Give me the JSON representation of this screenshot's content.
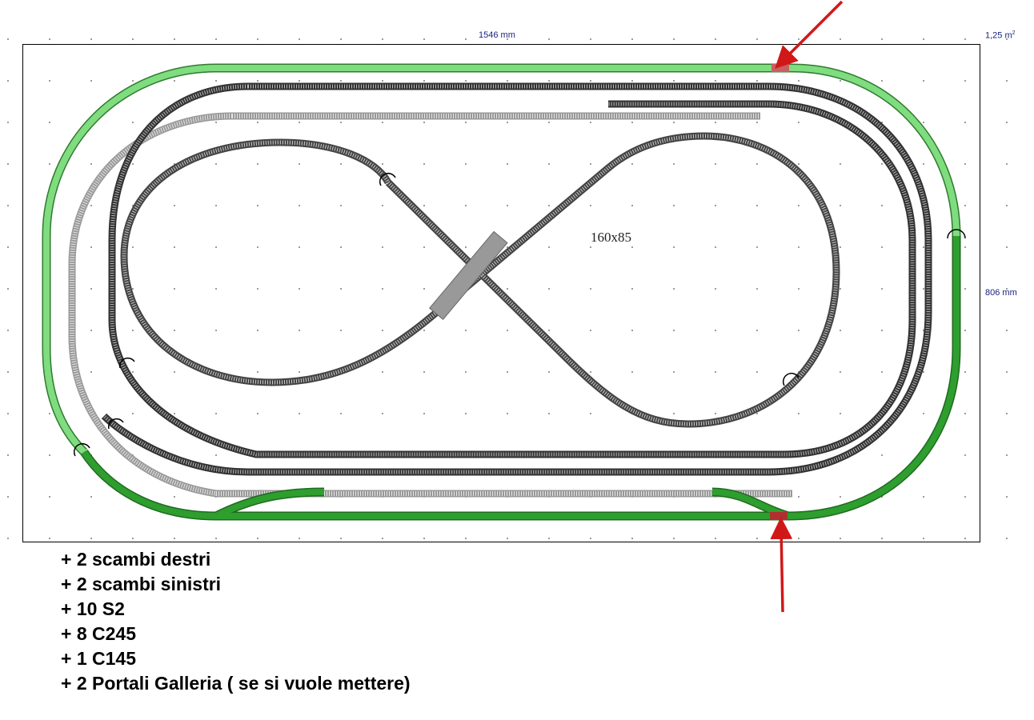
{
  "dimensions": {
    "width_label": "1546 mm",
    "height_label": "806 mm",
    "area_label": "1,25 m",
    "area_sup": "2"
  },
  "board_label": "160x85",
  "parts_list": [
    "+ 2 scambi destri",
    "+ 2 scambi sinistri",
    "+ 10 S2",
    "+ 8 C245",
    "+ 1 C145",
    "+ 2 Portali Galleria ( se si vuole mettere)"
  ],
  "colors": {
    "light_green": "#7fdc7f",
    "dark_green": "#2e9e2e",
    "dark_track": "#555555",
    "light_track": "#bdbdbd",
    "arrow": "#d01818",
    "border": "#000000"
  }
}
